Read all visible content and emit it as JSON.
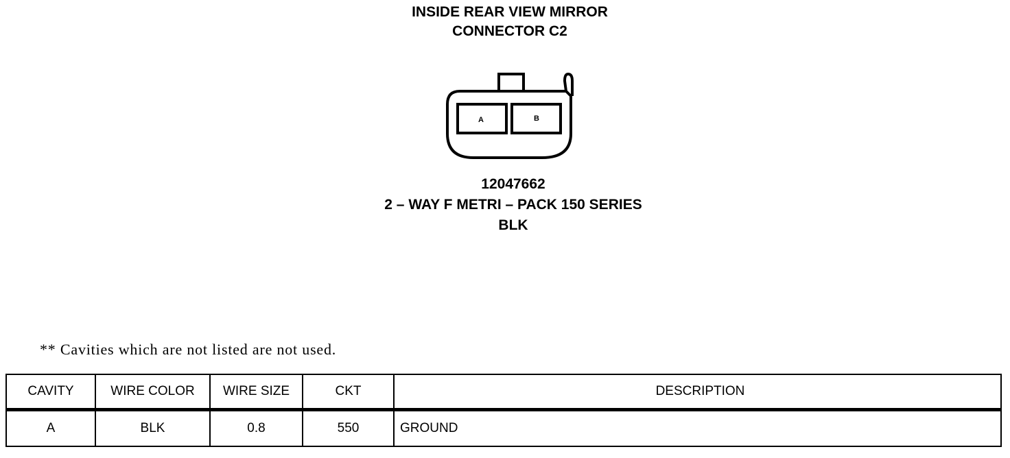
{
  "title": {
    "line1": "INSIDE REAR VIEW MIRROR",
    "line2": "CONNECTOR C2"
  },
  "connector": {
    "cavities": [
      "A",
      "B"
    ],
    "part_number": "12047662",
    "type": "2 – WAY F METRI – PACK 150 SERIES",
    "color": "BLK"
  },
  "note": "** Cavities which are not listed are not used.",
  "table": {
    "headers": [
      "CAVITY",
      "WIRE COLOR",
      "WIRE SIZE",
      "CKT",
      "DESCRIPTION"
    ],
    "rows": [
      [
        "A",
        "BLK",
        "0.8",
        "550",
        "GROUND"
      ]
    ]
  }
}
